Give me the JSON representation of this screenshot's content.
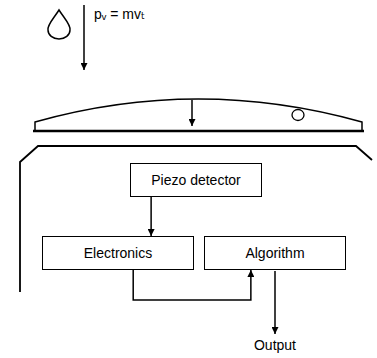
{
  "diagram": {
    "nodes": [
      {
        "text": [
          "Piezo detector"
        ]
      },
      {
        "text": [
          "Electronics"
        ]
      },
      {
        "text": [
          "Algorithm"
        ]
      }
    ],
    "edges": [
      {
        "from": 0,
        "to": 1,
        "arrow": "to"
      },
      {
        "from": 1,
        "to": 2,
        "arrow": "to"
      }
    ],
    "labels": [
      "pᵥ = mvₜ",
      "Output"
    ]
  }
}
